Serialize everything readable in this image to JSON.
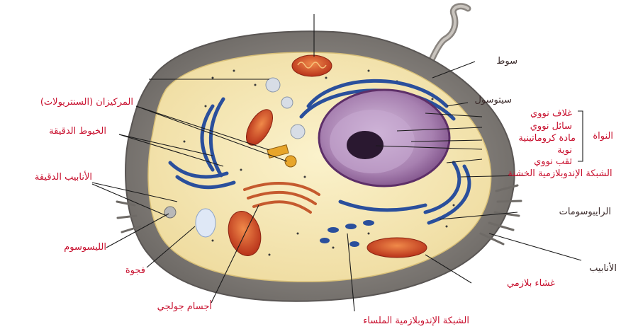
{
  "labels": {
    "flagellum": "سوط",
    "cytosol": "سيتوسول",
    "nuclear_envelope": "غلاف نووي",
    "nucleoplasm": "سائل نووي",
    "chromatin": "مادة كروماتينية",
    "nucleolus": "نوية",
    "nuclear_pore": "ثقب نووي",
    "nucleus_group": "النواة",
    "rough_er": "الشبكة الإندوبلازمية الخشنة",
    "ribosomes": "الرايبوسومات",
    "tubules": "الأنابيب",
    "cell_membrane": "غشاء بلازمي",
    "smooth_er": "الشبكة الإندوبلازمية الملساء",
    "golgi": "أجسام جولجي",
    "vacuole": "فجوة",
    "lysosome": "الليسوسوم",
    "microtubules": "الأنابيب الدقيقة",
    "microfilaments": "الخيوط الدقيقة",
    "centrioles": "المركيزان (السنتريولات)"
  },
  "colors": {
    "label_red": "#c8102e",
    "label_dark": "#3a2a2a",
    "cell_outer": "#8e8a86",
    "cytoplasm": "#f6e9b8",
    "nucleus": "#9b6aa0",
    "er": "#2a4f9c",
    "mitochondria": "#d84a22",
    "golgi": "#c55a2e"
  }
}
